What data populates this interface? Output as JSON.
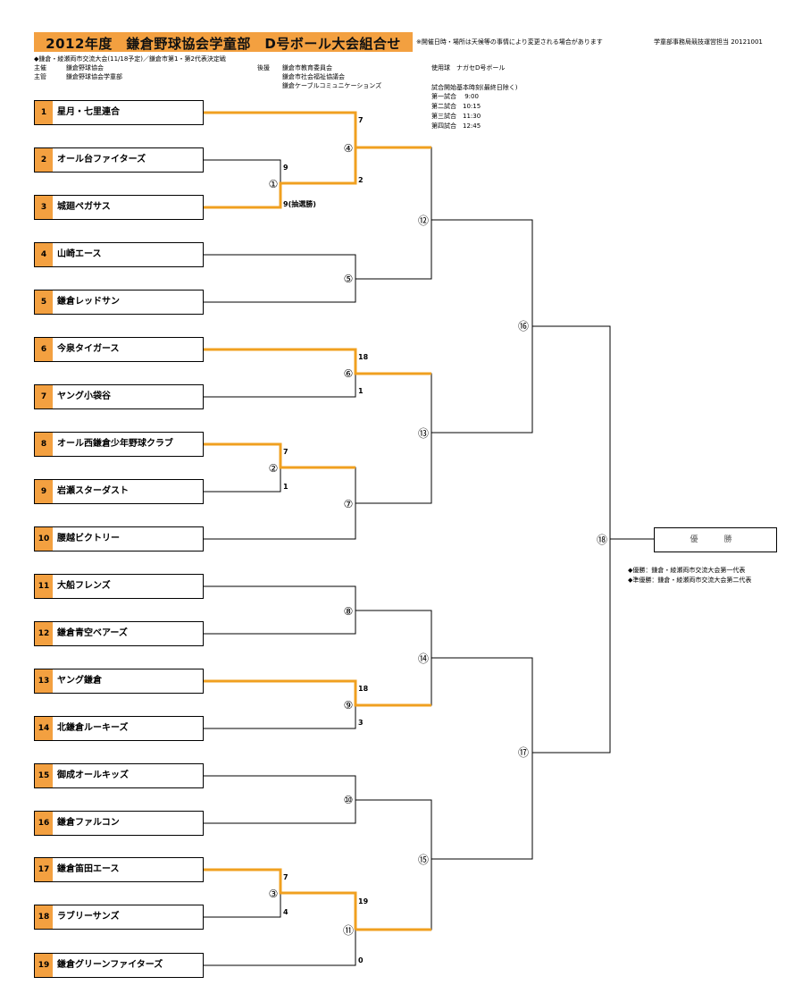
{
  "header": {
    "title": "2012年度　鎌倉野球協会学童部　D号ボール大会組合せ",
    "notice": "※開催日時・場所は天候等の事情により変更される場合があります",
    "office": "学童部事務局競技運営担当 20121001"
  },
  "info": {
    "line1": "◆鎌倉・綾瀬両市交流大会(11/18予定)／鎌倉市第1・第2代表決定戦",
    "host_label": "主催",
    "host": "鎌倉野球協会",
    "manage_label": "主管",
    "manage": "鎌倉野球協会学童部",
    "support_label": "後援",
    "support": [
      "鎌倉市教育委員会",
      "鎌倉市社会福祉協議会",
      "鎌倉ケーブルコミュニケーションズ"
    ],
    "ball": "使用球　ナガセD号ボール",
    "times_title": "試合開始基本時刻(最終日除く)",
    "times": [
      "第一試合　 9:00",
      "第二試合　10:15",
      "第三試合　11:30",
      "第四試合　12:45"
    ]
  },
  "teams": [
    {
      "num": "1",
      "name": "星月・七里連合"
    },
    {
      "num": "2",
      "name": "オール台ファイターズ"
    },
    {
      "num": "3",
      "name": "城廻ペガサス"
    },
    {
      "num": "4",
      "name": "山崎エース"
    },
    {
      "num": "5",
      "name": "鎌倉レッドサン"
    },
    {
      "num": "6",
      "name": "今泉タイガース"
    },
    {
      "num": "7",
      "name": "ヤング小袋谷"
    },
    {
      "num": "8",
      "name": "オール西鎌倉少年野球クラブ"
    },
    {
      "num": "9",
      "name": "岩瀬スターダスト"
    },
    {
      "num": "10",
      "name": "腰越ビクトリー"
    },
    {
      "num": "11",
      "name": "大船フレンズ"
    },
    {
      "num": "12",
      "name": "鎌倉青空ベアーズ"
    },
    {
      "num": "13",
      "name": "ヤング鎌倉"
    },
    {
      "num": "14",
      "name": "北鎌倉ルーキーズ"
    },
    {
      "num": "15",
      "name": "御成オールキッズ"
    },
    {
      "num": "16",
      "name": "鎌倉ファルコン"
    },
    {
      "num": "17",
      "name": "鎌倉笛田エース"
    },
    {
      "num": "18",
      "name": "ラブリーサンズ"
    },
    {
      "num": "19",
      "name": "鎌倉グリーンファイターズ"
    }
  ],
  "matches": [
    "①",
    "②",
    "③",
    "④",
    "⑤",
    "⑥",
    "⑦",
    "⑧",
    "⑨",
    "⑩",
    "⑪",
    "⑫",
    "⑬",
    "⑭",
    "⑮",
    "⑯",
    "⑰",
    "⑱"
  ],
  "scores": {
    "m1_top": "9",
    "m1_bottom": "9(抽選勝)",
    "m4_top": "7",
    "m4_bottom": "2",
    "m6_top": "18",
    "m6_bottom": "1",
    "m2_top": "7",
    "m2_bottom": "1",
    "m9_top": "18",
    "m9_bottom": "3",
    "m3_top": "7",
    "m3_bottom": "4",
    "m11_top": "19",
    "m11_bottom": "0"
  },
  "final": {
    "champion_label": "優　勝",
    "note1": "◆優勝：鎌倉・綾瀬両市交流大会第一代表",
    "note2": "◆準優勝：鎌倉・綾瀬両市交流大会第二代表"
  },
  "colors": {
    "accent": "#f3a040",
    "winner_line": "#f0a020",
    "line": "#000000"
  }
}
